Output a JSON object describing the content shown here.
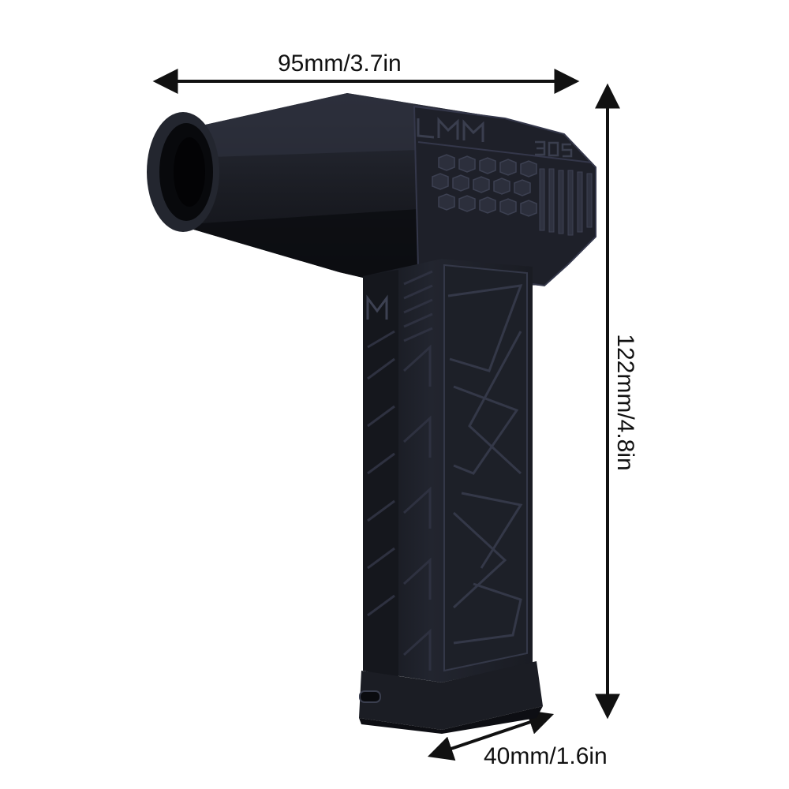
{
  "image": {
    "subject": "handheld jet blower",
    "colors": {
      "background": "#ffffff",
      "body": "#1b1d24",
      "body_shadow": "#0d0e13",
      "body_edge": "#2c2f3a",
      "arrow": "#111111"
    }
  },
  "dimensions": {
    "width_label": "95mm/3.7in",
    "height_label": "122mm/4.8in",
    "depth_label": "40mm/1.6in"
  },
  "product_marks": {
    "logo": "LMM",
    "badge": "305",
    "grip_letter": "M"
  }
}
